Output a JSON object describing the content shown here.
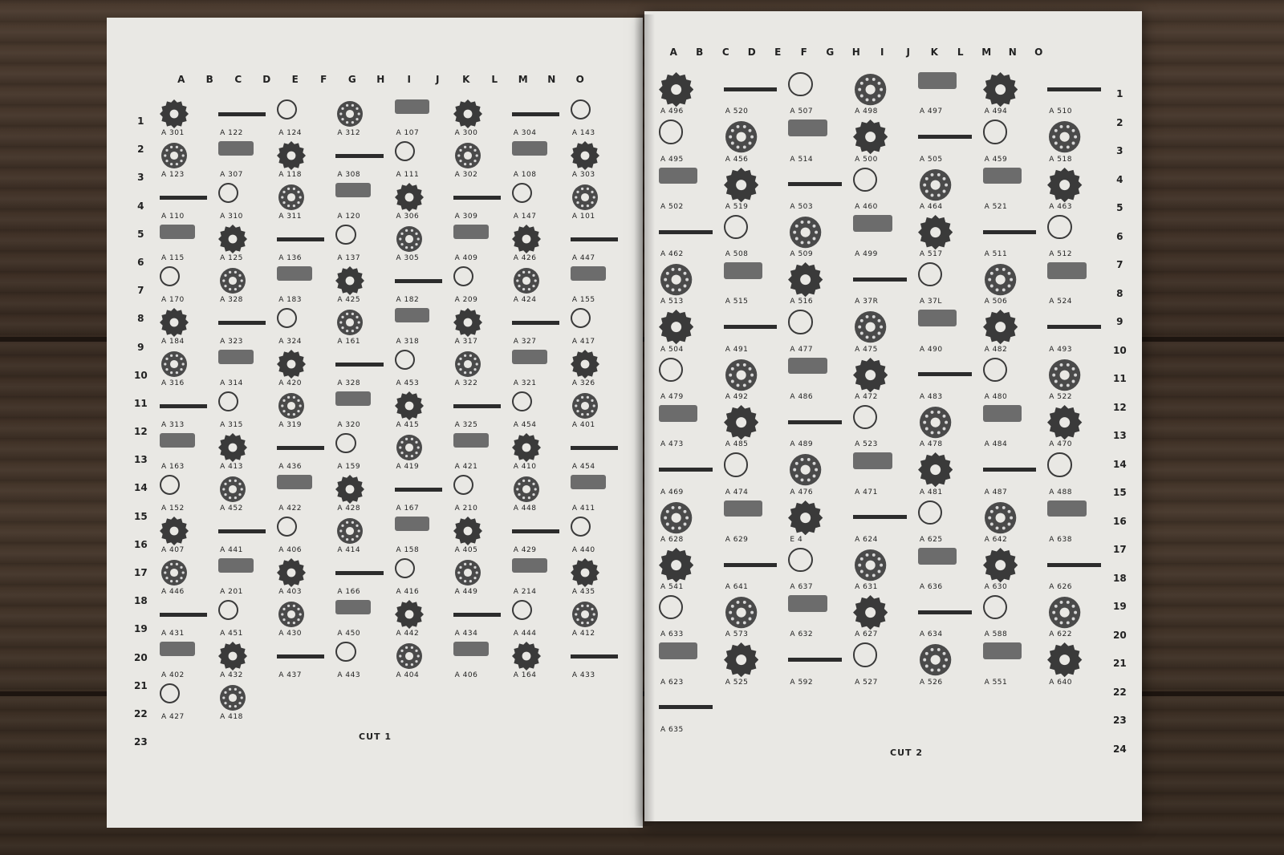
{
  "left_page": {
    "columns": [
      "A",
      "B",
      "C",
      "D",
      "E",
      "F",
      "G",
      "H",
      "I",
      "J",
      "K",
      "L",
      "M",
      "N",
      "O"
    ],
    "rows": [
      "1",
      "2",
      "3",
      "4",
      "5",
      "6",
      "7",
      "8",
      "9",
      "10",
      "11",
      "12",
      "13",
      "14",
      "15",
      "16",
      "17",
      "18",
      "19",
      "20",
      "21",
      "22",
      "23"
    ],
    "caption": "CUT 1",
    "part_labels": [
      "A 301",
      "A 122",
      "A 124",
      "A 312",
      "A 107",
      "A 300",
      "A 304",
      "A 143",
      "A 123",
      "A 307",
      "A 118",
      "A 308",
      "A 111",
      "A 302",
      "A 108",
      "A 303",
      "A 110",
      "A 310",
      "A 311",
      "A 120",
      "A 306",
      "A 309",
      "A 147",
      "A 101",
      "A 115",
      "A 125",
      "A 136",
      "A 137",
      "A 305",
      "A 409",
      "A 426",
      "A 447",
      "A 170",
      "A 328",
      "A 183",
      "A 425",
      "A 182",
      "A 209",
      "A 424",
      "A 155",
      "A 184",
      "A 323",
      "A 324",
      "A 161",
      "A 318",
      "A 317",
      "A 327",
      "A 417",
      "A 316",
      "A 314",
      "A 420",
      "A 328",
      "A 453",
      "A 322",
      "A 321",
      "A 326",
      "A 313",
      "A 315",
      "A 319",
      "A 320",
      "A 415",
      "A 325",
      "A 454",
      "A 401",
      "A 163",
      "A 413",
      "A 436",
      "A 159",
      "A 419",
      "A 421",
      "A 410",
      "A 454",
      "A 152",
      "A 452",
      "A 422",
      "A 428",
      "A 167",
      "A 210",
      "A 448",
      "A 411",
      "A 407",
      "A 441",
      "A 406",
      "A 414",
      "A 158",
      "A 405",
      "A 429",
      "A 440",
      "A 446",
      "A 201",
      "A 403",
      "A 166",
      "A 416",
      "A 449",
      "A 214",
      "A 435",
      "A 431",
      "A 451",
      "A 430",
      "A 450",
      "A 442",
      "A 434",
      "A 444",
      "A 412",
      "A 402",
      "A 432",
      "A 437",
      "A 443",
      "A 404",
      "A 406",
      "A 164",
      "A 433",
      "A 427",
      "A 418"
    ]
  },
  "right_page": {
    "columns": [
      "A",
      "B",
      "C",
      "D",
      "E",
      "F",
      "G",
      "H",
      "I",
      "J",
      "K",
      "L",
      "M",
      "N",
      "O"
    ],
    "rows": [
      "1",
      "2",
      "3",
      "4",
      "5",
      "6",
      "7",
      "8",
      "9",
      "10",
      "11",
      "12",
      "13",
      "14",
      "15",
      "16",
      "17",
      "18",
      "19",
      "20",
      "21",
      "22",
      "23",
      "24"
    ],
    "caption": "CUT 2",
    "part_labels": [
      "A 496",
      "A 520",
      "A 507",
      "A 498",
      "A 497",
      "A 494",
      "A 510",
      "A 495",
      "A 456",
      "A 514",
      "A 500",
      "A 505",
      "A 459",
      "A 518",
      "A 502",
      "A 519",
      "A 503",
      "A 460",
      "A 464",
      "A 521",
      "A 463",
      "A 462",
      "A 508",
      "A 509",
      "A 499",
      "A 517",
      "A 511",
      "A 512",
      "A 513",
      "A 515",
      "A 516",
      "A 37R",
      "A 37L",
      "A 506",
      "A 524",
      "A 504",
      "A 491",
      "A 477",
      "A 475",
      "A 490",
      "A 482",
      "A 493",
      "A 479",
      "A 492",
      "A 486",
      "A 472",
      "A 483",
      "A 480",
      "A 522",
      "A 473",
      "A 485",
      "A 489",
      "A 523",
      "A 478",
      "A 484",
      "A 470",
      "A 469",
      "A 474",
      "A 476",
      "A 471",
      "A 481",
      "A 487",
      "A 488",
      "A 628",
      "A 629",
      "E 4",
      "A 624",
      "A 625",
      "A 642",
      "A 638",
      "A 541",
      "A 641",
      "A 637",
      "A 631",
      "A 636",
      "A 630",
      "A 626",
      "A 633",
      "A 573",
      "A 632",
      "A 627",
      "A 634",
      "A 588",
      "A 622",
      "A 623",
      "A 525",
      "A 592",
      "A 527",
      "A 526",
      "A 551",
      "A 640",
      "A 635"
    ]
  }
}
